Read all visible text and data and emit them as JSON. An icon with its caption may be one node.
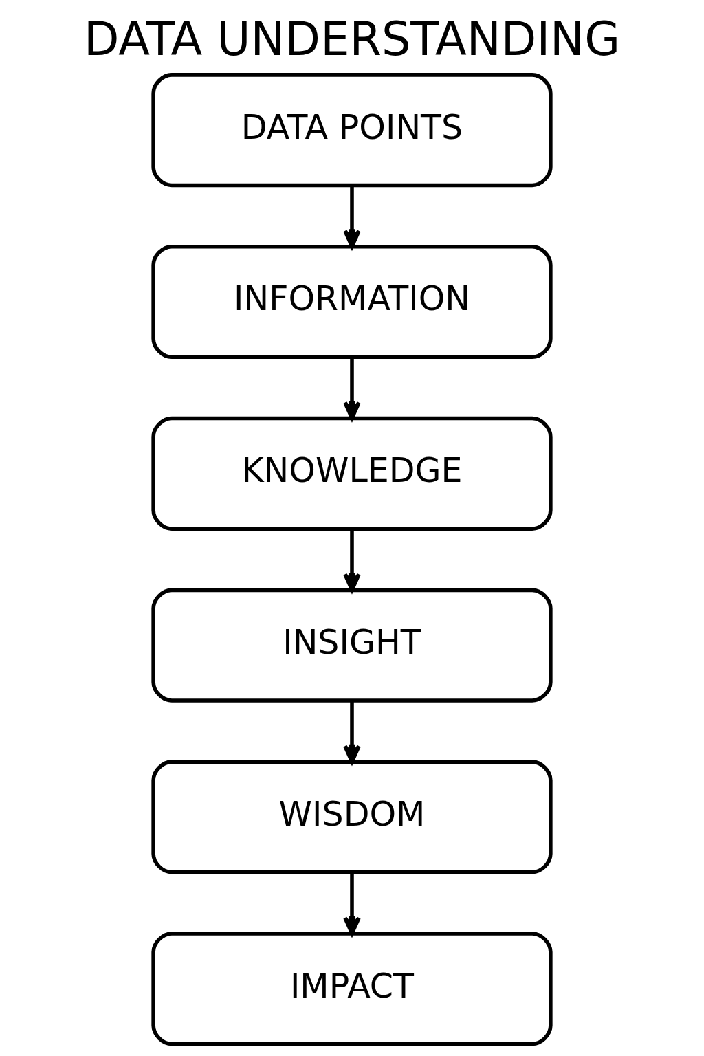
{
  "diagram": {
    "title": "DATA UNDERSTANDING",
    "nodes": [
      {
        "text": [
          "DATA POINTS"
        ]
      },
      {
        "text": [
          "INFORMATION"
        ]
      },
      {
        "text": [
          "KNOWLEDGE"
        ]
      },
      {
        "text": [
          "INSIGHT"
        ]
      },
      {
        "text": [
          "WISDOM"
        ]
      },
      {
        "text": [
          "IMPACT"
        ]
      }
    ],
    "edges": [
      {
        "from": 0,
        "to": 1,
        "arrow": "to"
      },
      {
        "from": 1,
        "to": 2,
        "arrow": "to"
      },
      {
        "from": 2,
        "to": 3,
        "arrow": "to"
      },
      {
        "from": 3,
        "to": 4,
        "arrow": "to"
      },
      {
        "from": 4,
        "to": 5,
        "arrow": "to"
      }
    ]
  }
}
